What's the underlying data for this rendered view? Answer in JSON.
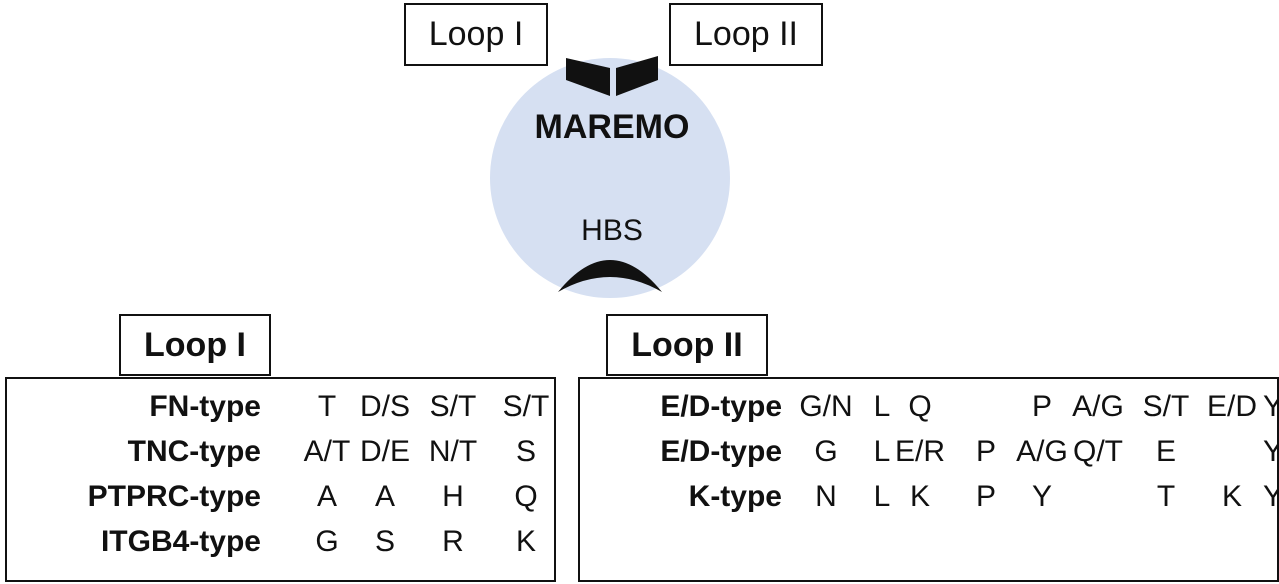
{
  "diagram": {
    "top_loop1_label": "Loop I",
    "top_loop2_label": "Loop II",
    "protein_label": "MAREMO",
    "hbs_label": "HBS",
    "colors": {
      "protein_fill": "#d6e0f2",
      "ink": "#111111"
    }
  },
  "loop1_panel": {
    "title": "Loop I",
    "rows": [
      {
        "name": "FN-type",
        "residues": [
          "T",
          "D/S",
          "S/T",
          "S/T"
        ]
      },
      {
        "name": "TNC-type",
        "residues": [
          "A/T",
          "D/E",
          "N/T",
          "S"
        ]
      },
      {
        "name": "PTPRC-type",
        "residues": [
          "A",
          "A",
          "H",
          "Q"
        ]
      },
      {
        "name": "ITGB4-type",
        "residues": [
          "G",
          "S",
          "R",
          "K"
        ]
      }
    ]
  },
  "loop2_panel": {
    "title": "Loop II",
    "rows": [
      {
        "name": "E/D-type",
        "residues": [
          "G/N",
          "L",
          "Q",
          "",
          "P",
          "A/G",
          "S/T",
          "E/D",
          "Y"
        ]
      },
      {
        "name": "E/D-type",
        "residues": [
          "G",
          "L",
          "E/R",
          "P",
          "A/G",
          "Q/T",
          "E",
          "",
          "Y"
        ]
      },
      {
        "name": "K-type",
        "residues": [
          "N",
          "L",
          "K",
          "P",
          "Y",
          "",
          "T",
          "K",
          "Y"
        ]
      }
    ]
  }
}
